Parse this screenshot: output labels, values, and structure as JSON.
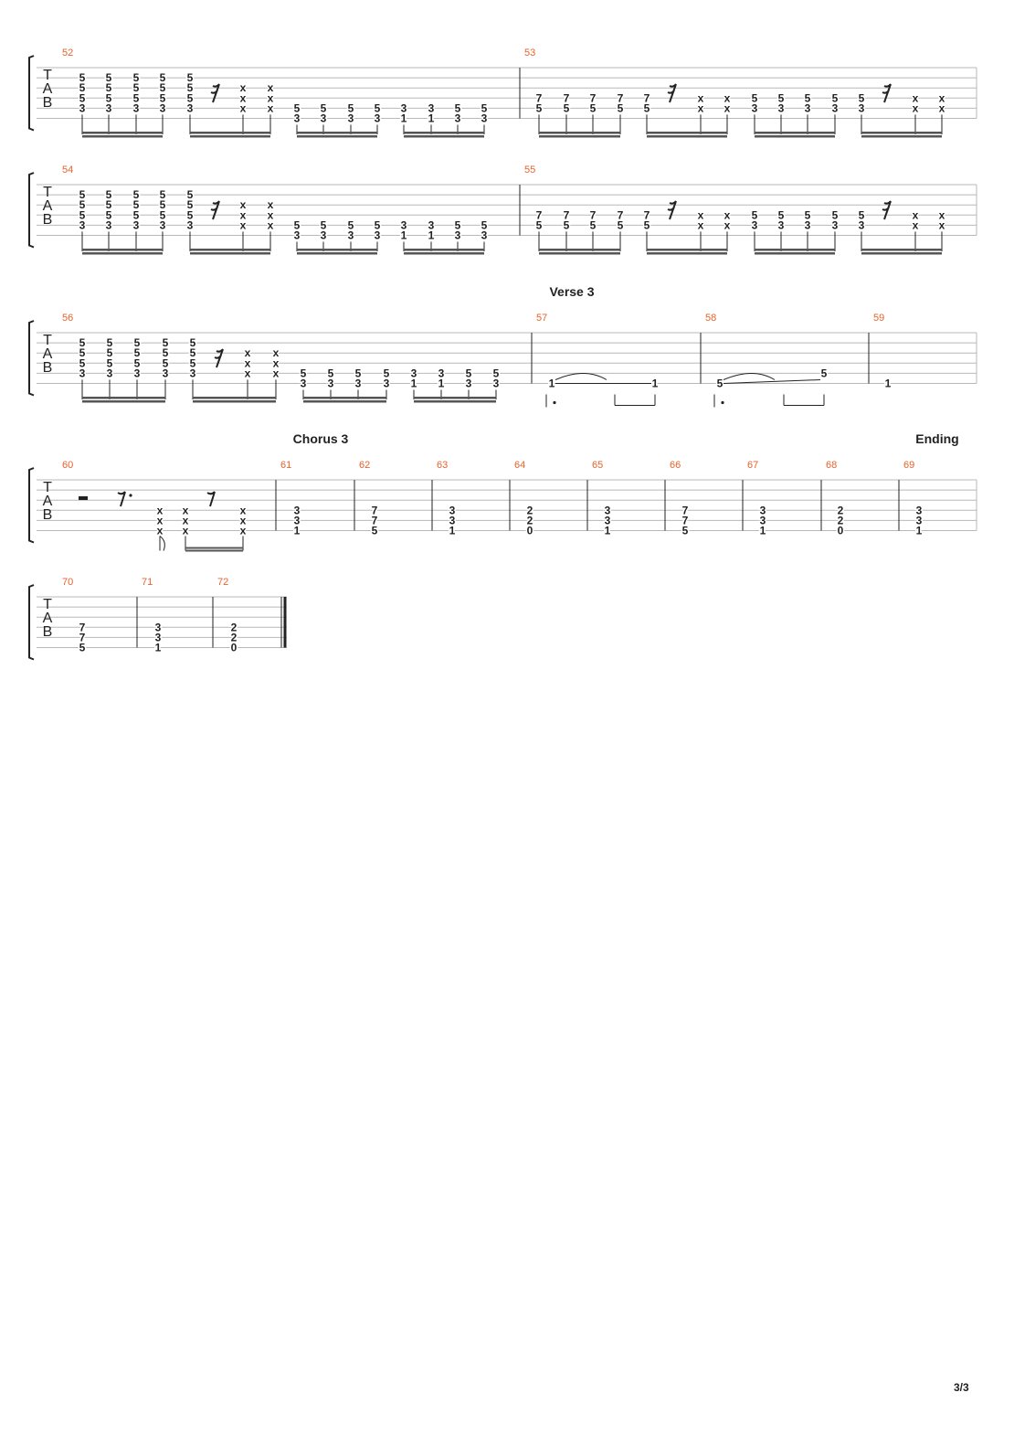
{
  "score": {
    "clef_letters": [
      "T",
      "A",
      "B"
    ],
    "sections": [
      {
        "measure": 57,
        "label": "Verse 3"
      },
      {
        "measure": 61,
        "label": "Chorus 3"
      },
      {
        "measure": 69,
        "label": "Ending"
      }
    ],
    "systems": [
      {
        "measures": [
          {
            "number": 52,
            "beats": [
              {
                "notes": {
                  "2": "5",
                  "3": "5",
                  "4": "5",
                  "5": "3"
                }
              },
              {
                "notes": {
                  "2": "5",
                  "3": "5",
                  "4": "5",
                  "5": "3"
                }
              },
              {
                "notes": {
                  "2": "5",
                  "3": "5",
                  "4": "5",
                  "5": "3"
                }
              },
              {
                "notes": {
                  "2": "5",
                  "3": "5",
                  "4": "5",
                  "5": "3"
                }
              },
              {
                "notes": {
                  "2": "5",
                  "3": "5",
                  "4": "5",
                  "5": "3"
                }
              },
              {
                "rest": "16"
              },
              {
                "notes": {
                  "3": "x",
                  "4": "x",
                  "5": "x"
                }
              },
              {
                "notes": {
                  "3": "x",
                  "4": "x",
                  "5": "x"
                }
              },
              {
                "notes": {
                  "5": "5",
                  "6": "3"
                }
              },
              {
                "notes": {
                  "5": "5",
                  "6": "3"
                }
              },
              {
                "notes": {
                  "5": "5",
                  "6": "3"
                }
              },
              {
                "notes": {
                  "5": "5",
                  "6": "3"
                }
              },
              {
                "notes": {
                  "5": "3",
                  "6": "1"
                }
              },
              {
                "notes": {
                  "5": "3",
                  "6": "1"
                }
              },
              {
                "notes": {
                  "5": "5",
                  "6": "3"
                }
              },
              {
                "notes": {
                  "5": "5",
                  "6": "3"
                }
              }
            ],
            "groups": [
              [
                0,
                3
              ],
              [
                4,
                7
              ],
              [
                8,
                11
              ],
              [
                12,
                15
              ]
            ]
          },
          {
            "number": 53,
            "beats": [
              {
                "notes": {
                  "4": "7",
                  "5": "5"
                }
              },
              {
                "notes": {
                  "4": "7",
                  "5": "5"
                }
              },
              {
                "notes": {
                  "4": "7",
                  "5": "5"
                }
              },
              {
                "notes": {
                  "4": "7",
                  "5": "5"
                }
              },
              {
                "notes": {
                  "4": "7",
                  "5": "5"
                }
              },
              {
                "rest": "16"
              },
              {
                "notes": {
                  "4": "x",
                  "5": "x"
                }
              },
              {
                "notes": {
                  "4": "x",
                  "5": "x"
                }
              },
              {
                "notes": {
                  "4": "5",
                  "5": "3"
                }
              },
              {
                "notes": {
                  "4": "5",
                  "5": "3"
                }
              },
              {
                "notes": {
                  "4": "5",
                  "5": "3"
                }
              },
              {
                "notes": {
                  "4": "5",
                  "5": "3"
                }
              },
              {
                "notes": {
                  "4": "5",
                  "5": "3"
                }
              },
              {
                "rest": "16"
              },
              {
                "notes": {
                  "4": "x",
                  "5": "x"
                }
              },
              {
                "notes": {
                  "4": "x",
                  "5": "x"
                }
              }
            ],
            "groups": [
              [
                0,
                3
              ],
              [
                4,
                7
              ],
              [
                8,
                11
              ],
              [
                12,
                15
              ]
            ]
          }
        ]
      },
      {
        "measures": [
          {
            "number": 54,
            "beats": [
              {
                "notes": {
                  "2": "5",
                  "3": "5",
                  "4": "5",
                  "5": "3"
                }
              },
              {
                "notes": {
                  "2": "5",
                  "3": "5",
                  "4": "5",
                  "5": "3"
                }
              },
              {
                "notes": {
                  "2": "5",
                  "3": "5",
                  "4": "5",
                  "5": "3"
                }
              },
              {
                "notes": {
                  "2": "5",
                  "3": "5",
                  "4": "5",
                  "5": "3"
                }
              },
              {
                "notes": {
                  "2": "5",
                  "3": "5",
                  "4": "5",
                  "5": "3"
                }
              },
              {
                "rest": "16"
              },
              {
                "notes": {
                  "3": "x",
                  "4": "x",
                  "5": "x"
                }
              },
              {
                "notes": {
                  "3": "x",
                  "4": "x",
                  "5": "x"
                }
              },
              {
                "notes": {
                  "5": "5",
                  "6": "3"
                }
              },
              {
                "notes": {
                  "5": "5",
                  "6": "3"
                }
              },
              {
                "notes": {
                  "5": "5",
                  "6": "3"
                }
              },
              {
                "notes": {
                  "5": "5",
                  "6": "3"
                }
              },
              {
                "notes": {
                  "5": "3",
                  "6": "1"
                }
              },
              {
                "notes": {
                  "5": "3",
                  "6": "1"
                }
              },
              {
                "notes": {
                  "5": "5",
                  "6": "3"
                }
              },
              {
                "notes": {
                  "5": "5",
                  "6": "3"
                }
              }
            ],
            "groups": [
              [
                0,
                3
              ],
              [
                4,
                7
              ],
              [
                8,
                11
              ],
              [
                12,
                15
              ]
            ]
          },
          {
            "number": 55,
            "beats": [
              {
                "notes": {
                  "4": "7",
                  "5": "5"
                }
              },
              {
                "notes": {
                  "4": "7",
                  "5": "5"
                }
              },
              {
                "notes": {
                  "4": "7",
                  "5": "5"
                }
              },
              {
                "notes": {
                  "4": "7",
                  "5": "5"
                }
              },
              {
                "notes": {
                  "4": "7",
                  "5": "5"
                }
              },
              {
                "rest": "16"
              },
              {
                "notes": {
                  "4": "x",
                  "5": "x"
                }
              },
              {
                "notes": {
                  "4": "x",
                  "5": "x"
                }
              },
              {
                "notes": {
                  "4": "5",
                  "5": "3"
                }
              },
              {
                "notes": {
                  "4": "5",
                  "5": "3"
                }
              },
              {
                "notes": {
                  "4": "5",
                  "5": "3"
                }
              },
              {
                "notes": {
                  "4": "5",
                  "5": "3"
                }
              },
              {
                "notes": {
                  "4": "5",
                  "5": "3"
                }
              },
              {
                "rest": "16"
              },
              {
                "notes": {
                  "4": "x",
                  "5": "x"
                }
              },
              {
                "notes": {
                  "4": "x",
                  "5": "x"
                }
              }
            ],
            "groups": [
              [
                0,
                3
              ],
              [
                4,
                7
              ],
              [
                8,
                11
              ],
              [
                12,
                15
              ]
            ]
          }
        ]
      },
      {
        "measures": [
          {
            "number": 56,
            "beats": [
              {
                "notes": {
                  "2": "5",
                  "3": "5",
                  "4": "5",
                  "5": "3"
                }
              },
              {
                "notes": {
                  "2": "5",
                  "3": "5",
                  "4": "5",
                  "5": "3"
                }
              },
              {
                "notes": {
                  "2": "5",
                  "3": "5",
                  "4": "5",
                  "5": "3"
                }
              },
              {
                "notes": {
                  "2": "5",
                  "3": "5",
                  "4": "5",
                  "5": "3"
                }
              },
              {
                "notes": {
                  "2": "5",
                  "3": "5",
                  "4": "5",
                  "5": "3"
                }
              },
              {
                "rest": "16"
              },
              {
                "notes": {
                  "3": "x",
                  "4": "x",
                  "5": "x"
                }
              },
              {
                "notes": {
                  "3": "x",
                  "4": "x",
                  "5": "x"
                }
              },
              {
                "notes": {
                  "5": "5",
                  "6": "3"
                }
              },
              {
                "notes": {
                  "5": "5",
                  "6": "3"
                }
              },
              {
                "notes": {
                  "5": "5",
                  "6": "3"
                }
              },
              {
                "notes": {
                  "5": "5",
                  "6": "3"
                }
              },
              {
                "notes": {
                  "5": "3",
                  "6": "1"
                }
              },
              {
                "notes": {
                  "5": "3",
                  "6": "1"
                }
              },
              {
                "notes": {
                  "5": "5",
                  "6": "3"
                }
              },
              {
                "notes": {
                  "5": "5",
                  "6": "3"
                }
              }
            ],
            "groups": [
              [
                0,
                3
              ],
              [
                4,
                7
              ],
              [
                8,
                11
              ],
              [
                12,
                15
              ]
            ]
          },
          {
            "number": 57,
            "beats": [
              {
                "notes": {
                  "6": "1"
                },
                "dotted": true
              },
              {
                "notes": {
                  "6": "1"
                }
              }
            ],
            "slur": [
              0,
              1
            ]
          },
          {
            "number": 58,
            "beats": [
              {
                "notes": {
                  "6": "5"
                },
                "dotted": true
              },
              {
                "notes": {
                  "5": "5"
                }
              }
            ],
            "slur": [
              0,
              1
            ]
          },
          {
            "number": 59,
            "beats": [
              {
                "notes": {
                  "6": "1"
                }
              }
            ]
          }
        ]
      },
      {
        "measures": [
          {
            "number": 60,
            "beats": [
              {
                "rest": "half"
              },
              {
                "rest": "8dot"
              },
              {
                "notes": {
                  "4": "x",
                  "5": "x",
                  "6": "x"
                }
              },
              {
                "notes": {
                  "4": "x",
                  "5": "x",
                  "6": "x"
                }
              },
              {
                "rest": "8"
              },
              {
                "notes": {
                  "4": "x",
                  "5": "x",
                  "6": "x"
                }
              }
            ]
          },
          {
            "number": 61,
            "beats": [
              {
                "notes": {
                  "4": "3",
                  "5": "3",
                  "6": "1"
                }
              }
            ]
          },
          {
            "number": 62,
            "beats": [
              {
                "notes": {
                  "4": "7",
                  "5": "7",
                  "6": "5"
                }
              }
            ]
          },
          {
            "number": 63,
            "beats": [
              {
                "notes": {
                  "4": "3",
                  "5": "3",
                  "6": "1"
                }
              }
            ]
          },
          {
            "number": 64,
            "beats": [
              {
                "notes": {
                  "4": "2",
                  "5": "2",
                  "6": "0"
                }
              }
            ]
          },
          {
            "number": 65,
            "beats": [
              {
                "notes": {
                  "4": "3",
                  "5": "3",
                  "6": "1"
                }
              }
            ]
          },
          {
            "number": 66,
            "beats": [
              {
                "notes": {
                  "4": "7",
                  "5": "7",
                  "6": "5"
                }
              }
            ]
          },
          {
            "number": 67,
            "beats": [
              {
                "notes": {
                  "4": "3",
                  "5": "3",
                  "6": "1"
                }
              }
            ]
          },
          {
            "number": 68,
            "beats": [
              {
                "notes": {
                  "4": "2",
                  "5": "2",
                  "6": "0"
                }
              }
            ]
          },
          {
            "number": 69,
            "beats": [
              {
                "notes": {
                  "4": "3",
                  "5": "3",
                  "6": "1"
                }
              }
            ]
          }
        ]
      },
      {
        "measures": [
          {
            "number": 70,
            "beats": [
              {
                "notes": {
                  "4": "7",
                  "5": "7",
                  "6": "5"
                }
              }
            ]
          },
          {
            "number": 71,
            "beats": [
              {
                "notes": {
                  "4": "3",
                  "5": "3",
                  "6": "1"
                }
              }
            ]
          },
          {
            "number": 72,
            "beats": [
              {
                "notes": {
                  "4": "2",
                  "5": "2",
                  "6": "0"
                }
              }
            ],
            "final": true
          }
        ]
      }
    ]
  },
  "colors": {
    "measure_number": "#e8622c",
    "staff_line": "#b8b8b8",
    "ink": "#222222"
  },
  "page_number": "3/3"
}
